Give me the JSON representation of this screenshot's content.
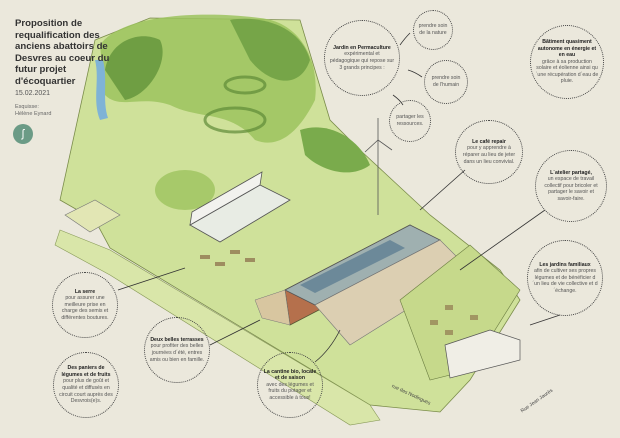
{
  "header": {
    "title": "Proposition de requalification des anciens abattoirs de Desvres au coeur du futur projet d'écoquartier",
    "date": "15.02.2021",
    "credit_label": "Esquisse:",
    "credit_author": "Hélène Eynard",
    "logo_glyph": "ʃ"
  },
  "bubbles": {
    "permaculture": {
      "title": "Jardin en Permaculture",
      "text": "expérimental et pédagogique qui repose sur 3 grands principes :"
    },
    "nature": {
      "text": "prendre soin de la nature"
    },
    "humain": {
      "text": "prendre soin de l'humain"
    },
    "ressources": {
      "text": "partager les ressources."
    },
    "batiment": {
      "title": "Bâtiment quasiment autonome en énergie et en eau",
      "text": "grâce à sa production solaire et éolienne ainsi qu´une récupération d´eau de pluie."
    },
    "cafe": {
      "title": "Le café repair",
      "text": "pour y apprendre à réparer au lieu de jeter dans un lieu convivial."
    },
    "atelier": {
      "title": "L´atelier partagé,",
      "text": "un espace de travail collectif pour bricoler et partager le savoir et savoir-faire."
    },
    "jardins": {
      "title": "Les jardins familiaux",
      "text": "afin de cultiver ses propres légumes et de bénéficier d´un lieu de vie collective et d´échange."
    },
    "serre": {
      "title": "La serre",
      "text": "pour assurer une meilleure prise en charge des semis et différentes boutures."
    },
    "paniers": {
      "title": "Des paniers de légumes et de fruits",
      "text": "pour plus de goût et qualité et diffusés en circuit court auprès des Desvrois(e)s."
    },
    "terrasses": {
      "title": "Deux belles terrasses",
      "text": "pour profiter des belles journées d´été, entres amis ou bien en famille."
    },
    "cantine": {
      "title": "La cantine bio, locale et de saison",
      "text": "avec des légumes et fruits du potager et accessible à tous!"
    }
  },
  "streets": {
    "nodingues": "rue des Nodingues",
    "jaures": "Rue Jean Jaurès"
  },
  "colors": {
    "background": "#ebe8dc",
    "grass": "#b9d77a",
    "trees": "#7fae4f",
    "water": "#7fb3d6",
    "brick": "#b5704c",
    "logo": "#6b9b86"
  }
}
